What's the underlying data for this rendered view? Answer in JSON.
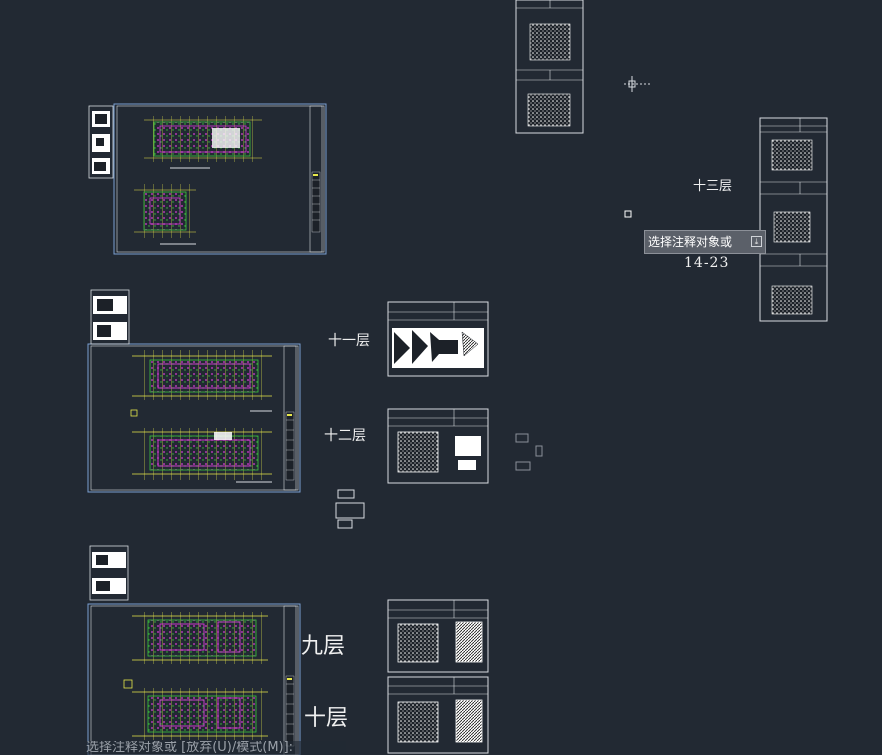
{
  "floor_labels": {
    "floor_11": "十一层",
    "floor_12": "十二层",
    "floor_13": "十三层",
    "floor_9": "九层",
    "floor_10": "十层",
    "range_14_23": "14-23"
  },
  "tooltip": {
    "text": "选择注释对象或",
    "icon": "download-icon"
  },
  "command_line": {
    "prompt": "选择注释对象或 [放弃(U)/模式(M)]:"
  },
  "colors": {
    "background": "#222933",
    "frame": "#d8dce0",
    "frame_blue": "#7b9fd0",
    "grid_yellow": "#e8e84a",
    "plan_magenta": "#d83cd8",
    "plan_green": "#3cc83c",
    "tooltip_bg": "#5b6069"
  }
}
